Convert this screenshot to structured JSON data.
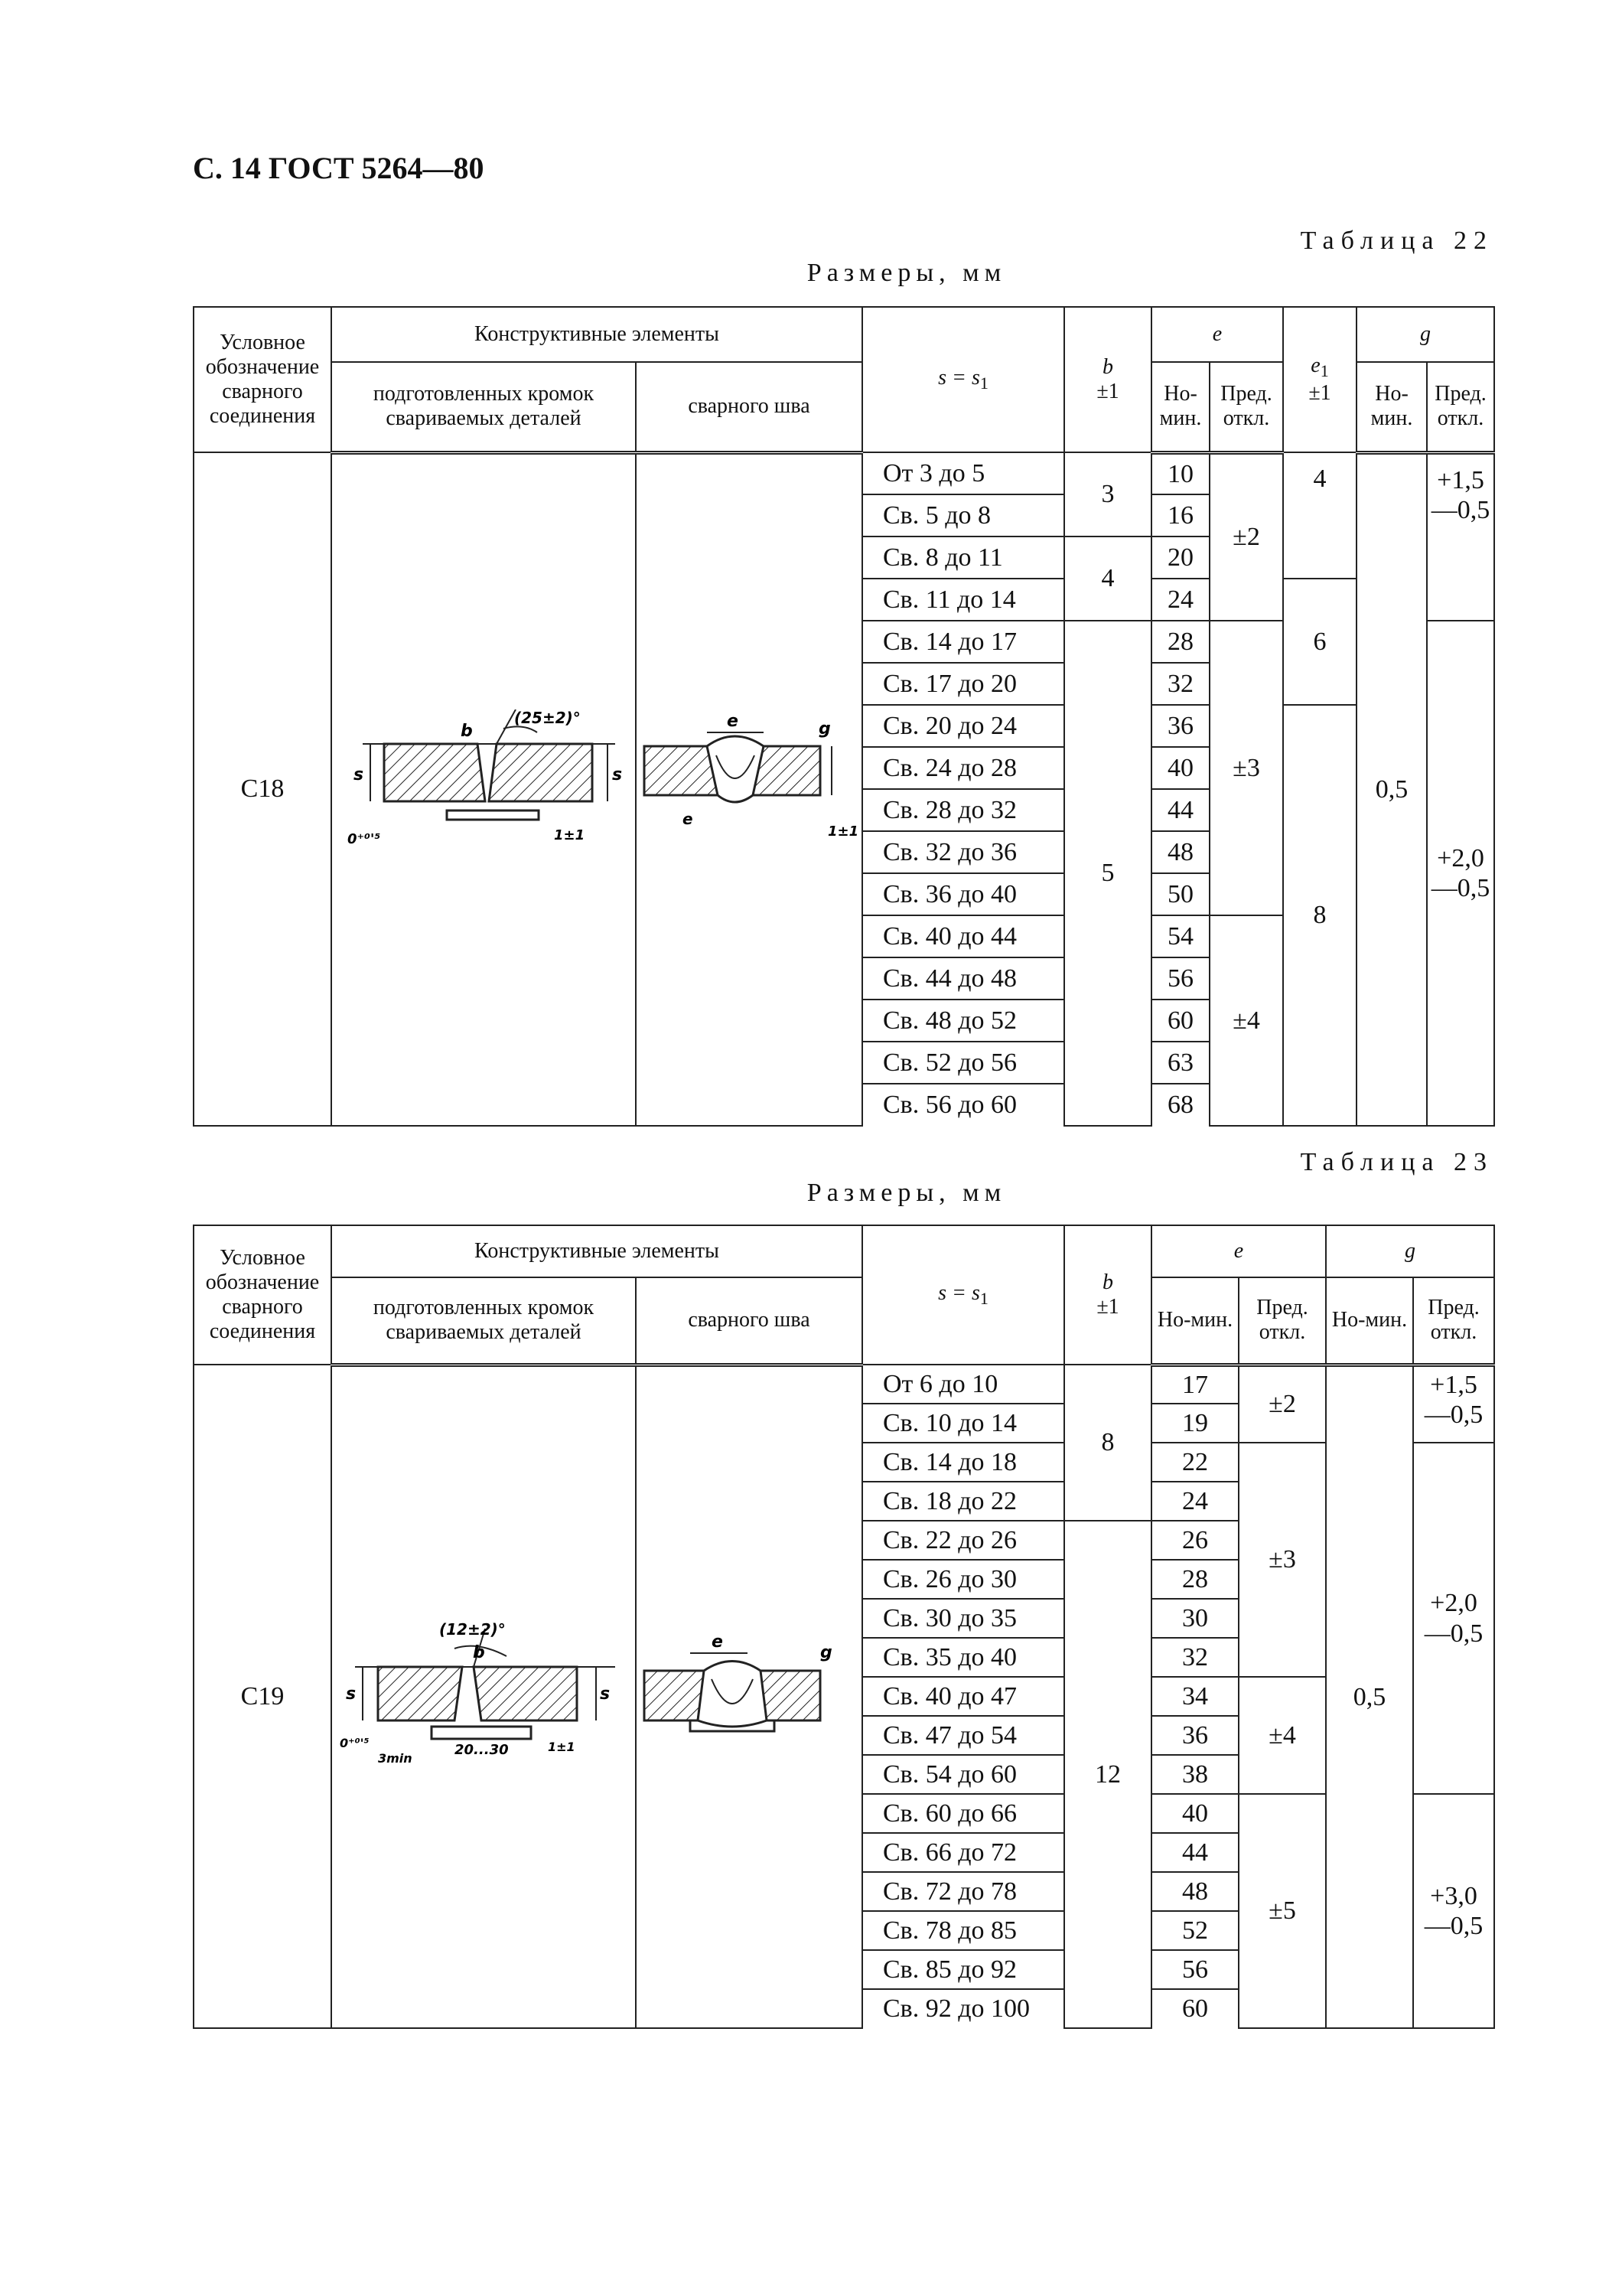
{
  "header": {
    "page": "С. 14 ГОСТ 5264—80"
  },
  "col_headers": {
    "designation": "Условное обозначение сварного соединения",
    "elements": "Конструктивные элементы",
    "prepared_edges": "подготовленных кромок свариваемых деталей",
    "weld": "сварного шва",
    "s": "s = s",
    "s_sub": "1",
    "b": "b",
    "b_tol": "±1",
    "e": "e",
    "e1": "e",
    "e1_sub": "1",
    "e1_tol": "±1",
    "g": "g",
    "nom": "Но-мин.",
    "dev": "Пред. откл."
  },
  "table22": {
    "label": "Таблица 22",
    "units": "Размеры, мм",
    "designation": "С18",
    "rows": [
      {
        "s": "От 3 до 5",
        "e": "10"
      },
      {
        "s": "Св. 5 до 8",
        "e": "16"
      },
      {
        "s": "Св. 8 до 11",
        "e": "20"
      },
      {
        "s": "Св. 11 до 14",
        "e": "24"
      },
      {
        "s": "Св. 14 до 17",
        "e": "28"
      },
      {
        "s": "Св. 17 до 20",
        "e": "32"
      },
      {
        "s": "Св. 20 до 24",
        "e": "36"
      },
      {
        "s": "Св. 24 до 28",
        "e": "40"
      },
      {
        "s": "Св. 28 до 32",
        "e": "44"
      },
      {
        "s": "Св. 32 до 36",
        "e": "48"
      },
      {
        "s": "Св. 36 до 40",
        "e": "50"
      },
      {
        "s": "Св. 40 до 44",
        "e": "54"
      },
      {
        "s": "Св. 44 до 48",
        "e": "56"
      },
      {
        "s": "Св. 48 до 52",
        "e": "60"
      },
      {
        "s": "Св. 52 до 56",
        "e": "63"
      },
      {
        "s": "Св. 56 до 60",
        "e": "68"
      }
    ],
    "b_groups": [
      "3",
      "4",
      "5"
    ],
    "e_dev_groups": [
      "±2",
      "±3",
      "±4"
    ],
    "e1_groups": [
      "4",
      "6",
      "8"
    ],
    "g_nom": "0,5",
    "g_dev_groups": [
      {
        "plus": "+1,5",
        "minus": "—0,5"
      },
      {
        "plus": "+2,0",
        "minus": "—0,5"
      }
    ],
    "sketch_labels": {
      "angle": "(25±2)°",
      "b": "b",
      "s": "s",
      "s1": "s",
      "gap": "0⁺⁰'⁵",
      "one": "1±1",
      "e": "e",
      "g": "g",
      "e1": "e"
    }
  },
  "table23": {
    "label": "Таблица 23",
    "units": "Размеры, мм",
    "designation": "С19",
    "rows": [
      {
        "s": "От 6 до 10",
        "e": "17"
      },
      {
        "s": "Св. 10 до 14",
        "e": "19"
      },
      {
        "s": "Св. 14 до 18",
        "e": "22"
      },
      {
        "s": "Св. 18 до 22",
        "e": "24"
      },
      {
        "s": "Св. 22 до 26",
        "e": "26"
      },
      {
        "s": "Св. 26 до 30",
        "e": "28"
      },
      {
        "s": "Св. 30 до 35",
        "e": "30"
      },
      {
        "s": "Св. 35 до 40",
        "e": "32"
      },
      {
        "s": "Св. 40 до 47",
        "e": "34"
      },
      {
        "s": "Св. 47 до 54",
        "e": "36"
      },
      {
        "s": "Св. 54 до 60",
        "e": "38"
      },
      {
        "s": "Св. 60 до 66",
        "e": "40"
      },
      {
        "s": "Св. 66 до 72",
        "e": "44"
      },
      {
        "s": "Св. 72 до 78",
        "e": "48"
      },
      {
        "s": "Св. 78 до 85",
        "e": "52"
      },
      {
        "s": "Св. 85 до 92",
        "e": "56"
      },
      {
        "s": "Св. 92 до 100",
        "e": "60"
      }
    ],
    "b_groups": [
      "8",
      "12"
    ],
    "e_dev_groups": [
      "±2",
      "±3",
      "±4",
      "±5"
    ],
    "g_nom": "0,5",
    "g_dev_groups": [
      {
        "plus": "+1,5",
        "minus": "—0,5"
      },
      {
        "plus": "+2,0",
        "minus": "—0,5"
      },
      {
        "plus": "+3,0",
        "minus": "—0,5"
      }
    ],
    "sketch_labels": {
      "angle": "(12±2)°",
      "b": "b",
      "s": "s",
      "s1": "s",
      "gap": "0⁺⁰'⁵",
      "min": "3min",
      "strip": "20...30",
      "one": "1±1",
      "e": "e",
      "g": "g"
    }
  }
}
